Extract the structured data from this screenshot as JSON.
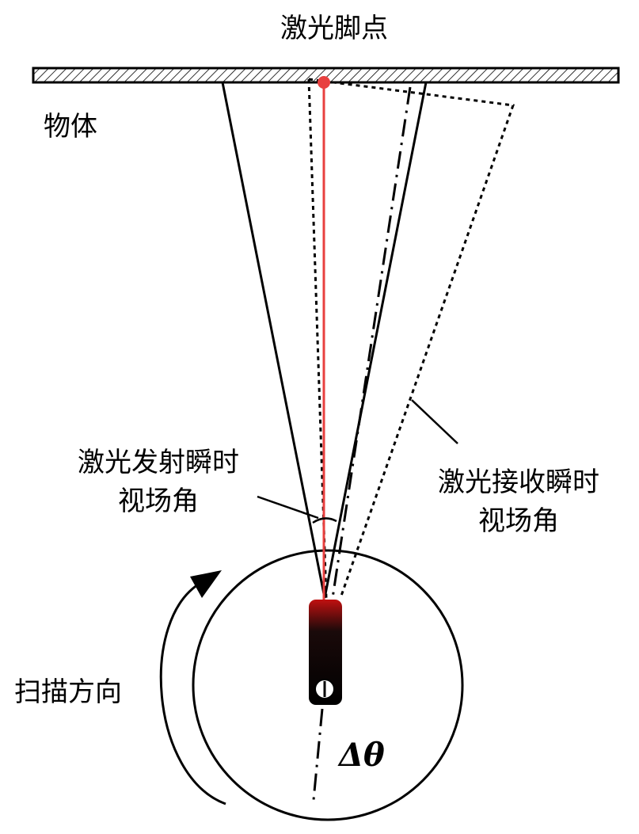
{
  "labels": {
    "laser_footprint": "激光脚点",
    "object": "物体",
    "emit_fov_line1": "激光发射瞬时",
    "emit_fov_line2": "视场角",
    "receive_fov_line1": "激光接收瞬时",
    "receive_fov_line2": "视场角",
    "scan_direction": "扫描方向",
    "delta_theta": "Δθ"
  },
  "colors": {
    "laser": "#e8403f",
    "line": "#000000"
  }
}
